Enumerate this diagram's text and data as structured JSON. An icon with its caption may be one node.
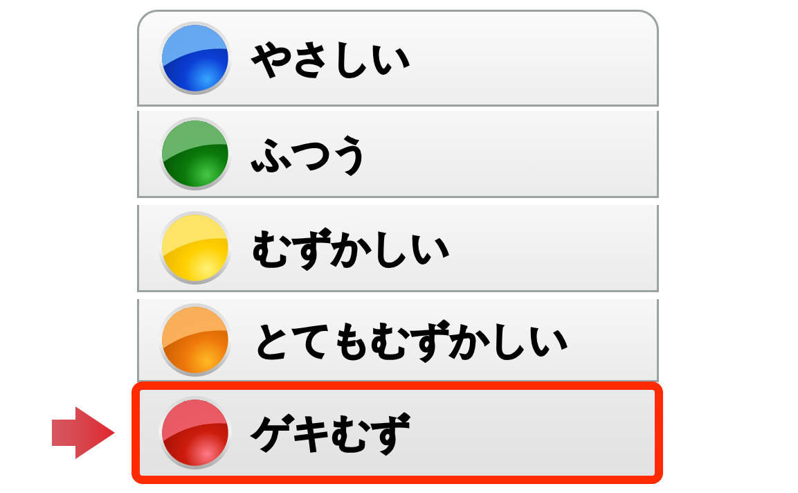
{
  "diagram": {
    "nodes": [
      {
        "text": [
          "やさしい"
        ]
      },
      {
        "text": [
          "ふつう"
        ]
      },
      {
        "text": [
          "むずかしい"
        ]
      },
      {
        "text": [
          "とてもむずかしい"
        ]
      },
      {
        "text": [
          "ゲキむず"
        ]
      }
    ],
    "edges": [
      {
        "from": null,
        "to": 4,
        "arrow": "to"
      }
    ]
  }
}
